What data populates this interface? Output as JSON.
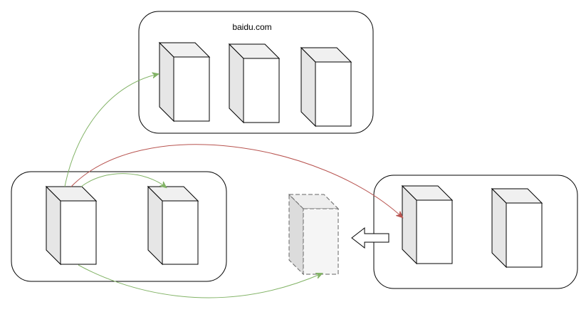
{
  "diagram": {
    "title": "",
    "groups": [
      {
        "id": "top",
        "label": "baidu.com"
      },
      {
        "id": "left",
        "label": ""
      },
      {
        "id": "right",
        "label": ""
      }
    ],
    "colors": {
      "green_arrow": "#82b366",
      "red_arrow": "#b85450",
      "box_stroke": "#000000",
      "cube_side": "#e6e6e6",
      "ghost_cube_fill": "#f5f5f5",
      "ghost_cube_stroke": "#666666"
    },
    "icons": [
      "server-cube-icon",
      "ghost-server-cube-icon",
      "hollow-left-arrow-icon"
    ]
  }
}
